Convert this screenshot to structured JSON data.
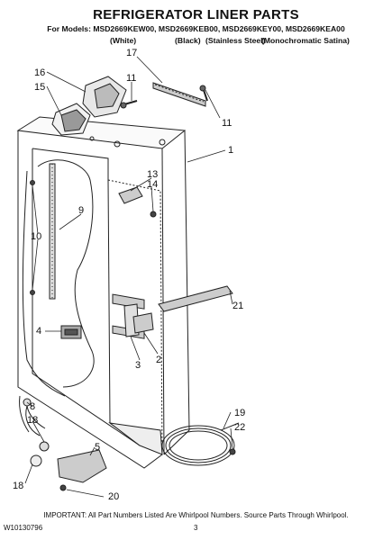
{
  "header": {
    "title": "REFRIGERATOR LINER PARTS",
    "models": "For Models: MSD2669KEW00, MSD2669KEB00, MSD2669KEY00, MSD2669KEA00",
    "colors": [
      "(White)",
      "(Black)",
      "(Stainless Steel)",
      "(Monochromatic Satina)"
    ]
  },
  "callouts": {
    "c1": "1",
    "c2": "2",
    "c3": "3",
    "c4": "4",
    "c5": "5",
    "c8": "8",
    "c9": "9",
    "c10": "10",
    "c11a": "11",
    "c11b": "11",
    "c13": "13",
    "c14": "14",
    "c15": "15",
    "c16": "16",
    "c17": "17",
    "c18a": "18",
    "c18b": "18",
    "c19": "19",
    "c20": "20",
    "c21": "21",
    "c22": "22"
  },
  "footer": {
    "note": "IMPORTANT: All Part Numbers Listed Are Whirlpool Numbers. Source Parts Through Whirlpool.",
    "doc_number": "W10130796",
    "page_number": "3"
  }
}
